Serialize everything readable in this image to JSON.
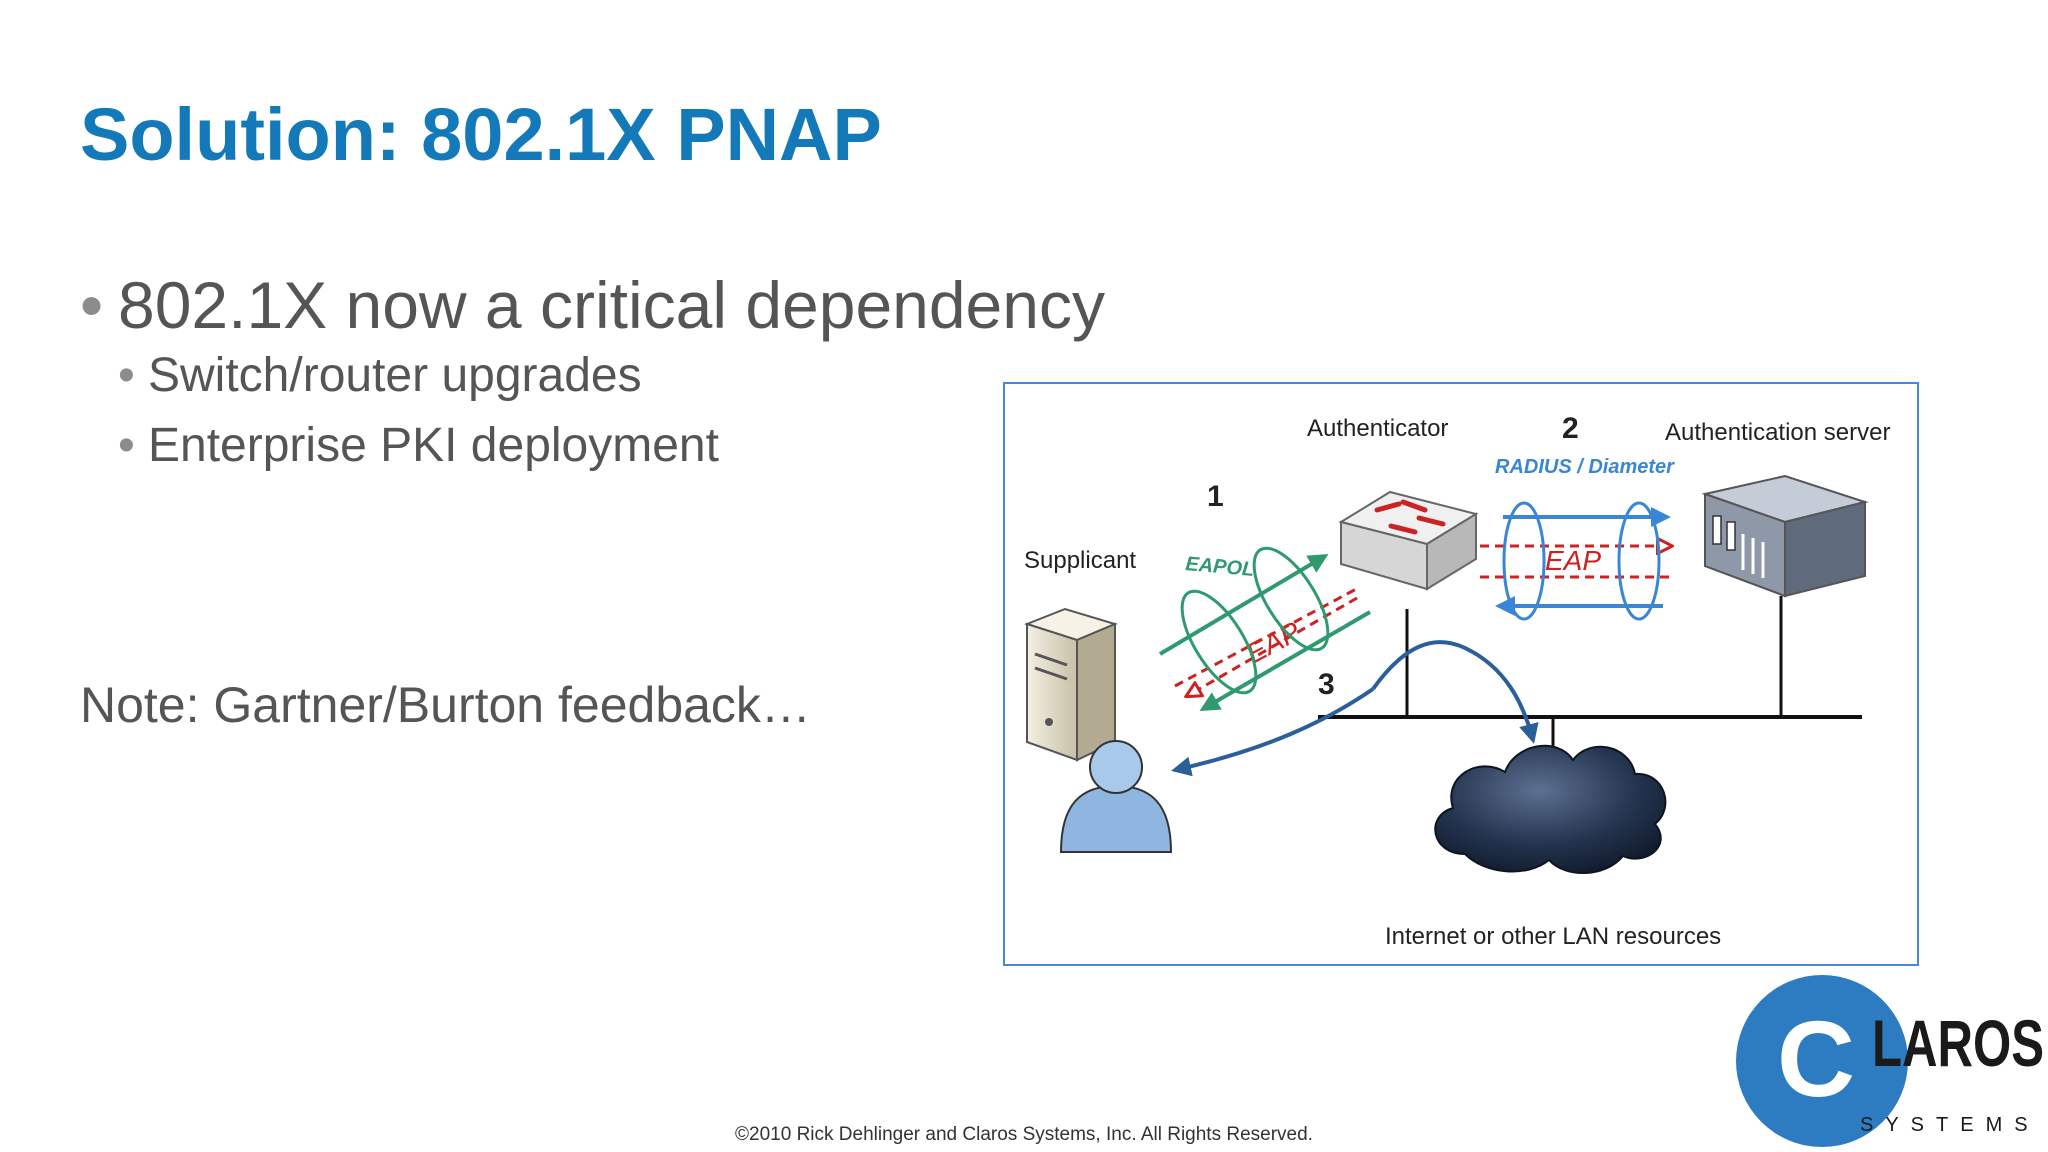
{
  "slide": {
    "title": "Solution: 802.1X PNAP",
    "bullet_symbol": "•",
    "bullets": [
      {
        "text": "802.1X now a critical dependency",
        "sub": [
          "Switch/router upgrades",
          "Enterprise PKI deployment"
        ]
      }
    ],
    "note": "Note: Gartner/Burton feedback…",
    "footer": "©2010 Rick Dehlinger and Claros Systems, Inc. All Rights Reserved."
  },
  "diagram": {
    "labels": {
      "authenticator": "Authenticator",
      "auth_server": "Authentication server",
      "supplicant": "Supplicant",
      "resources": "Internet or other LAN resources"
    },
    "steps": {
      "step1": "1",
      "step2": "2",
      "step3": "3"
    },
    "protocols": {
      "eapol": "EAPOL",
      "radius": "RADIUS / Diameter",
      "eap_left": "EAP",
      "eap_right": "EAP"
    },
    "colors": {
      "eapol_green": "#2e9a6e",
      "eap_red": "#cc2222",
      "radius_blue": "#3a86d6",
      "frame_blue": "#4a86d4"
    }
  },
  "logo": {
    "letter": "C",
    "name": "LAROS",
    "tagline": "SYSTEMS",
    "color": "#2d7cc1"
  }
}
